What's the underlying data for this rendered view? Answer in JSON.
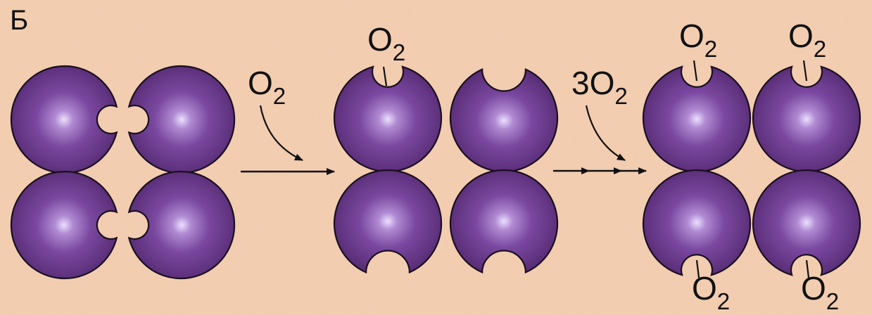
{
  "panel_letter": "Б",
  "arrows": {
    "first": {
      "label": {
        "main": "O",
        "sub": "2"
      }
    },
    "second": {
      "label": {
        "main": "3O",
        "sub": "2"
      }
    }
  },
  "bound_o2": {
    "main": "O",
    "sub": "2"
  },
  "colors": {
    "background": "#f4cfb2",
    "subunit_dark": "#4d2367",
    "subunit_mid": "#7a48a0",
    "subunit_highlight": "#ece0ff",
    "outline": "#1a0f1f",
    "arrow": "#111111"
  }
}
